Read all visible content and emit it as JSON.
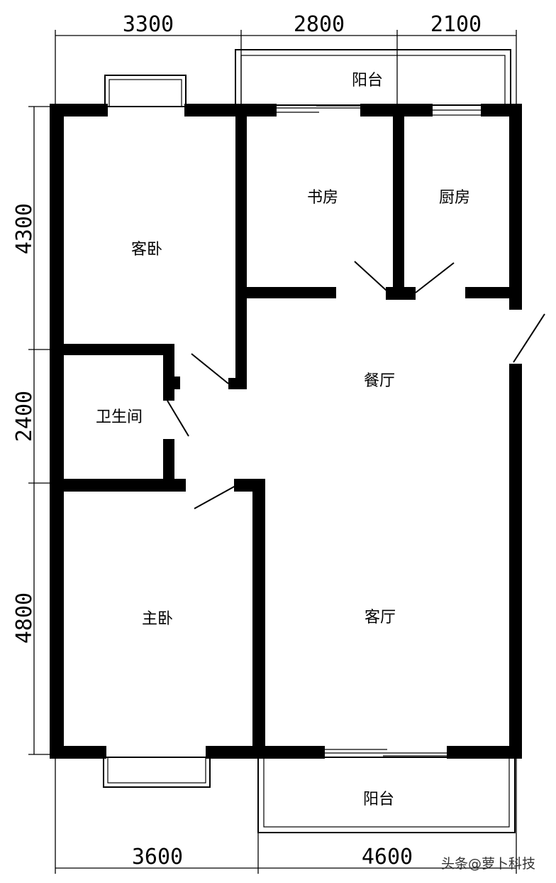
{
  "rooms": {
    "balcony_top": "阳台",
    "study": "书房",
    "kitchen": "厨房",
    "guest_bedroom": "客卧",
    "dining": "餐厅",
    "bathroom": "卫生间",
    "master_bedroom": "主卧",
    "living_room": "客厅",
    "balcony_bottom": "阳台"
  },
  "dimensions": {
    "top": [
      "3300",
      "2800",
      "2100"
    ],
    "left": [
      "4300",
      "2400",
      "4800"
    ],
    "bottom": [
      "3600",
      "4600"
    ]
  },
  "watermark": "头条@萝卜科技"
}
